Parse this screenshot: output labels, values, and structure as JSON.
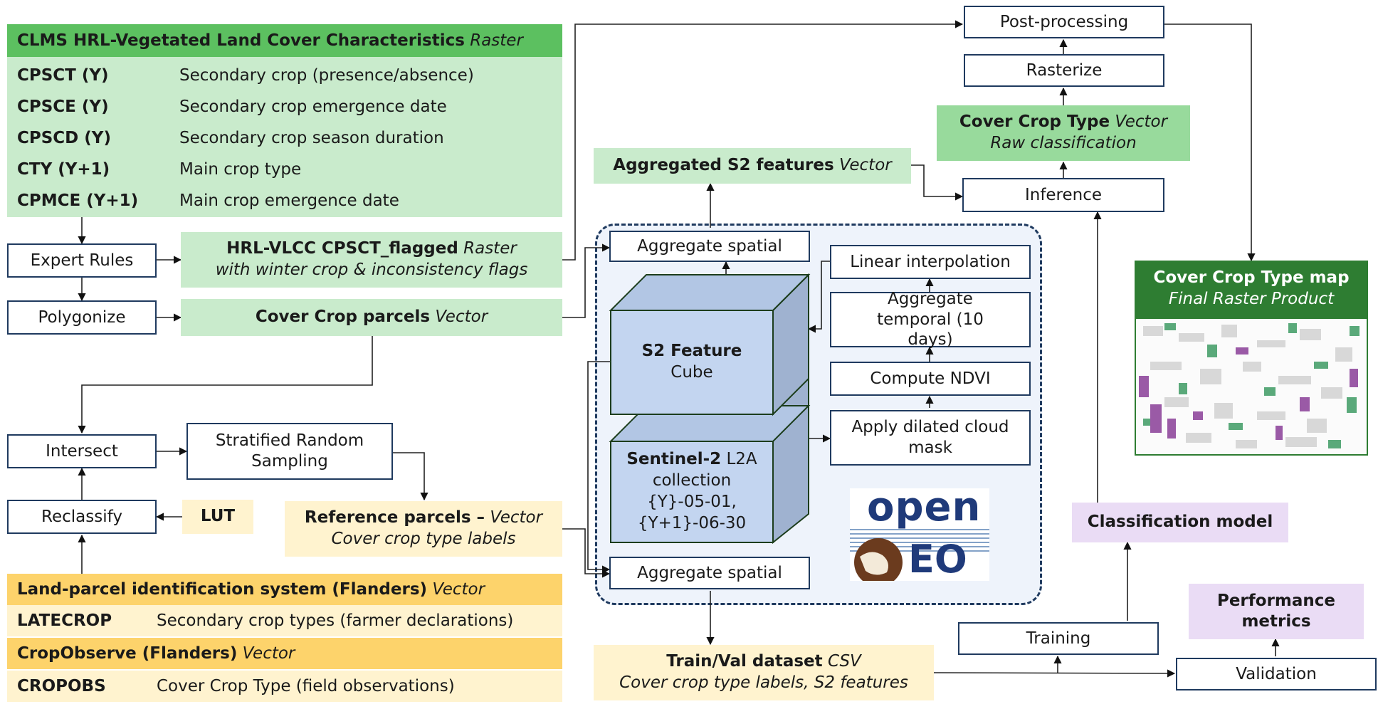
{
  "clms": {
    "title": "CLMS HRL-Vegetated Land Cover Characteristics",
    "title_type": "Raster",
    "rows": [
      {
        "key": "CPSCT (Y)",
        "desc": "Secondary crop (presence/absence)"
      },
      {
        "key": "CPSCE (Y)",
        "desc": "Secondary crop emergence date"
      },
      {
        "key": "CPSCD (Y)",
        "desc": "Secondary crop season duration"
      },
      {
        "key": "CTY (Y+1)",
        "desc": "Main crop type"
      },
      {
        "key": "CPMCE (Y+1)",
        "desc": "Main crop emergence date"
      }
    ]
  },
  "lpis": {
    "title": "Land-parcel identification system (Flanders)",
    "title_type": "Vector",
    "row_key": "LATECROP",
    "row_desc": "Secondary crop types (farmer declarations)",
    "title2": "CropObserve (Flanders)",
    "title2_type": "Vector",
    "row2_key": "CROPOBS",
    "row2_desc": "Cover Crop Type (field observations)"
  },
  "steps": {
    "expert_rules": "Expert Rules",
    "polygonize": "Polygonize",
    "intersect": "Intersect",
    "reclassify": "Reclassify",
    "stratified": "Stratified Random Sampling",
    "aggregate_spatial_top": "Aggregate spatial",
    "aggregate_spatial_bottom": "Aggregate spatial",
    "linear_interp": "Linear interpolation",
    "aggregate_temporal": "Aggregate temporal (10 days)",
    "compute_ndvi": "Compute NDVI",
    "cloud_mask": "Apply dilated cloud mask",
    "inference": "Inference",
    "rasterize": "Rasterize",
    "post_processing": "Post-processing",
    "training": "Training",
    "validation": "Validation"
  },
  "data_nodes": {
    "flagged_title": "HRL-VLCC CPSCT_flagged",
    "flagged_type": "Raster",
    "flagged_sub": "with winter crop & inconsistency flags",
    "parcels_title": "Cover Crop parcels",
    "parcels_type": "Vector",
    "lut": "LUT",
    "ref_title": "Reference parcels –",
    "ref_type": "Vector",
    "ref_sub": "Cover crop type labels",
    "agg_title": "Aggregated S2 features",
    "agg_type": "Vector",
    "cct_title": "Cover Crop Type",
    "cct_type": "Vector",
    "cct_sub": "Raw classification",
    "trainval_title": "Train/Val dataset",
    "trainval_type": "CSV",
    "trainval_sub": "Cover crop type labels, S2 features",
    "model": "Classification model",
    "metrics": "Performance metrics",
    "map_title": "Cover Crop Type map",
    "map_sub": "Final Raster Product"
  },
  "cubes": {
    "top_bold": "S2 Feature",
    "top_sub": "Cube",
    "bottom_bold": "Sentinel-2",
    "bottom_rest": "L2A",
    "bottom_l2": "collection",
    "bottom_l3": "{Y}-05-01,",
    "bottom_l4": "{Y+1}-06-30"
  },
  "logo": {
    "top": "open",
    "bottom": "EO"
  },
  "colors": {
    "box_border": "#1f3a5f",
    "green_light": "#c9ebcc",
    "green_header": "#5cc060",
    "green_mid": "#98da9c",
    "green_dark": "#2e7d32",
    "yellow_light": "#fff3cf",
    "yellow_header": "#fdd36b",
    "purple": "#eadcf5",
    "cube_front": "#c3d5f0",
    "cube_side": "#9fb2d0",
    "openeo_region": "#eef3fb"
  }
}
